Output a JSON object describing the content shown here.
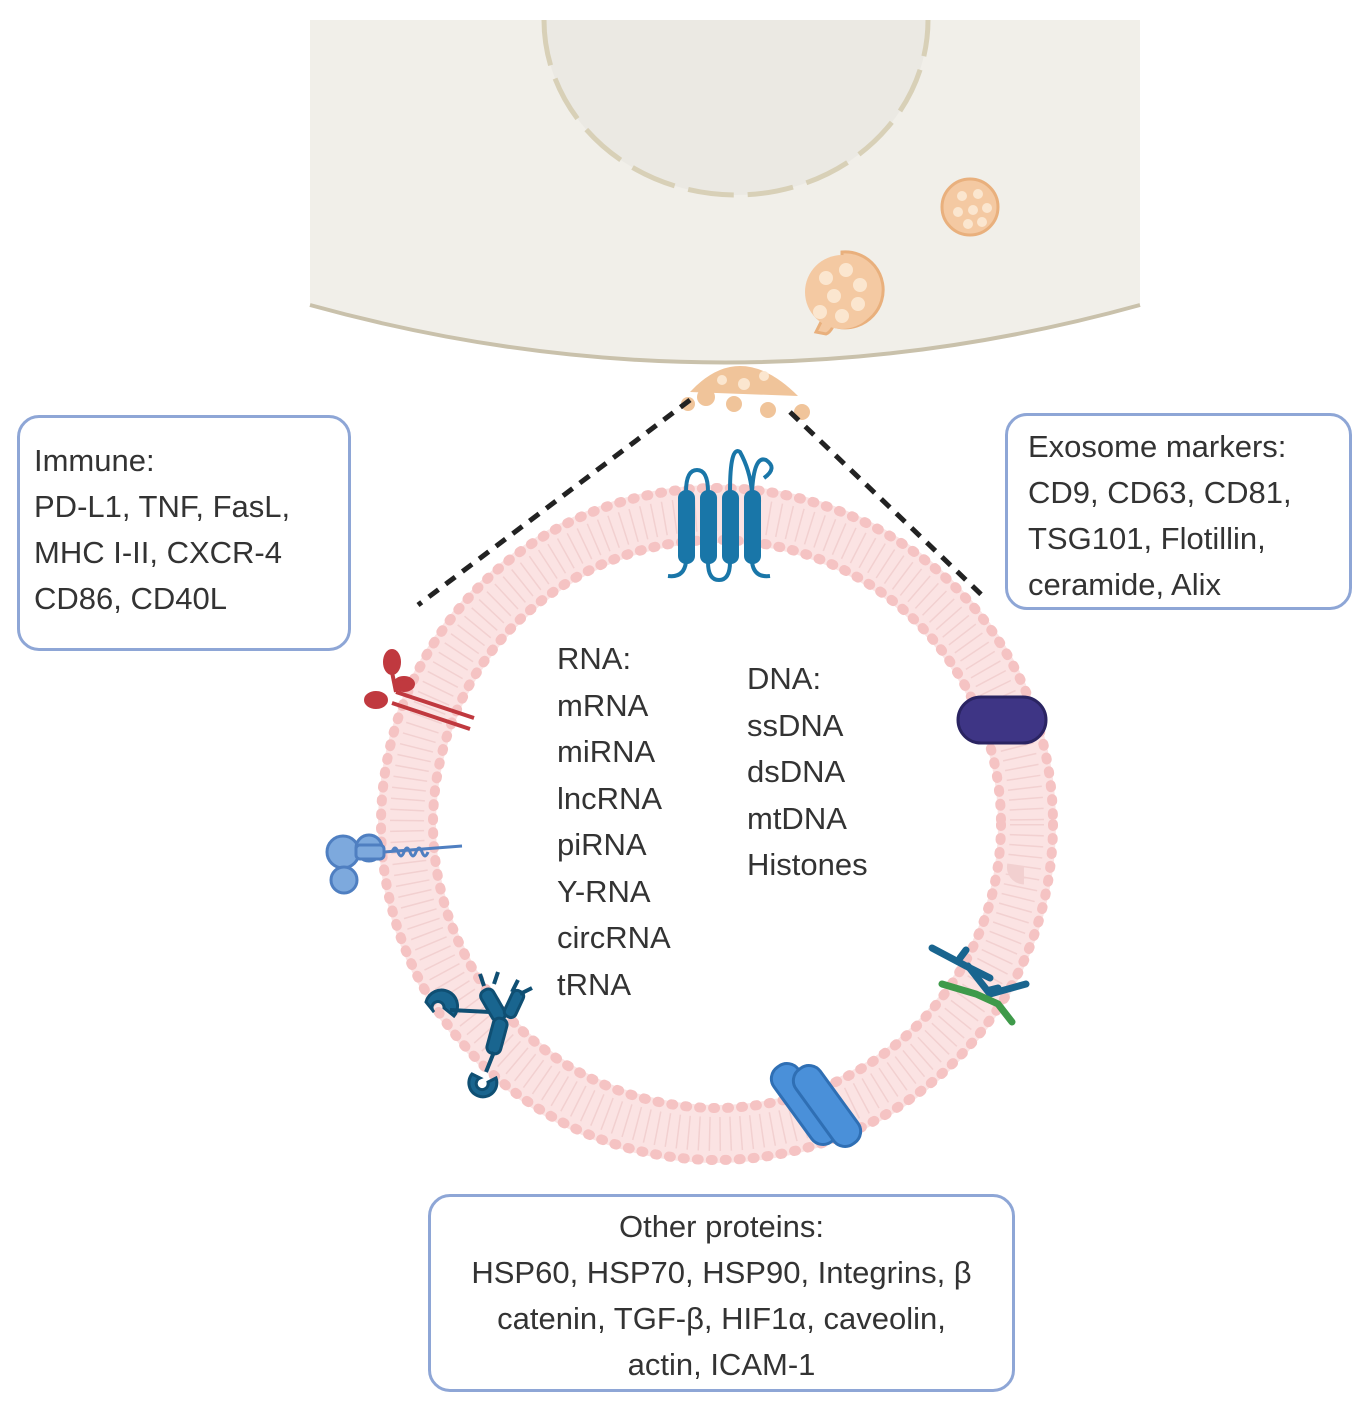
{
  "immune": {
    "title": "Immune:",
    "lines": [
      "PD-L1, TNF, FasL,",
      "MHC I-II, CXCR-4",
      "CD86, CD40L"
    ]
  },
  "exosome_markers": {
    "title": "Exosome markers:",
    "lines": [
      "CD9, CD63, CD81,",
      "TSG101, Flotillin,",
      "ceramide, Alix"
    ]
  },
  "other_proteins": {
    "title": "Other proteins:",
    "lines": [
      "HSP60, HSP70, HSP90, Integrins, β",
      "catenin, TGF-β, HIF1α, caveolin,",
      "actin, ICAM-1"
    ]
  },
  "rna": {
    "title": "RNA:",
    "items": [
      "mRNA",
      "miRNA",
      "lncRNA",
      "piRNA",
      "Y-RNA",
      "circRNA",
      "tRNA"
    ]
  },
  "dna": {
    "title": "DNA:",
    "items": [
      "ssDNA",
      "dsDNA",
      "mtDNA",
      "Histones"
    ]
  },
  "colors": {
    "cell": "#f1efe9",
    "cell_membrane": "#c9c1ab",
    "vesicle": "#f0c49a",
    "lipid_bilayer": "#f5c3c3",
    "protein_blue": "#1976a8",
    "light_blue": "#4a90d9",
    "receptor_red": "#c0393f",
    "purple": "#3e3585",
    "green": "#3e9a4a",
    "box_border": "#8ea6d6"
  }
}
